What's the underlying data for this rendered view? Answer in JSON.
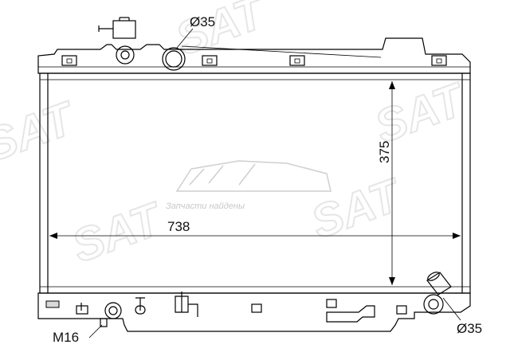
{
  "dimensions": {
    "width": "738",
    "height": "375",
    "inlet_diameter": "Ø35",
    "outlet_diameter": "Ø35",
    "drain_thread": "M16"
  },
  "watermark": {
    "brand": "SAT",
    "tagline": "Запчасти найдены"
  },
  "colors": {
    "line": "#000000",
    "watermark": "#e6e6e6",
    "tank_shade": "#d9d9d9"
  }
}
